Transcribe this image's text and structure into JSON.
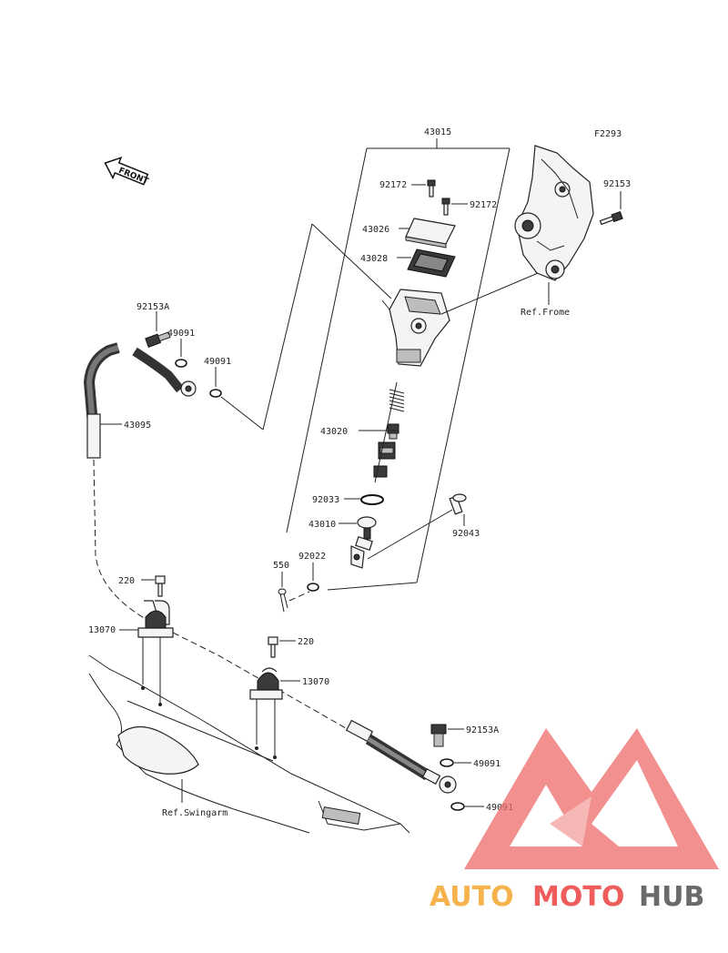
{
  "figure_code": "F2293",
  "front_arrow_text": "FRONT",
  "parts": {
    "p43015": "43015",
    "p92172_a": "92172",
    "p92172_b": "92172",
    "p43026": "43026",
    "p43028": "43028",
    "p92153": "92153",
    "p92153A_top": "92153A",
    "p49091_a": "49091",
    "p49091_b": "49091",
    "p43095": "43095",
    "p43020": "43020",
    "p92033": "92033",
    "p43010": "43010",
    "p92043": "92043",
    "p550": "550",
    "p92022": "92022",
    "p220_a": "220",
    "p220_b": "220",
    "p13070_a": "13070",
    "p13070_b": "13070",
    "p92153A_bottom": "92153A",
    "p49091_c": "49091",
    "p49091_d": "49091"
  },
  "refs": {
    "frame": "Ref.Frome",
    "swingarm": "Ref.Swingarm"
  },
  "watermark": {
    "part1": "AUTO",
    "part2": "MOTO",
    "part3": "HUB",
    "color1": "#f6b24c",
    "color2": "#ef5c5c",
    "color3": "#6a6a6a",
    "logo_color": "#ee6a6a"
  }
}
